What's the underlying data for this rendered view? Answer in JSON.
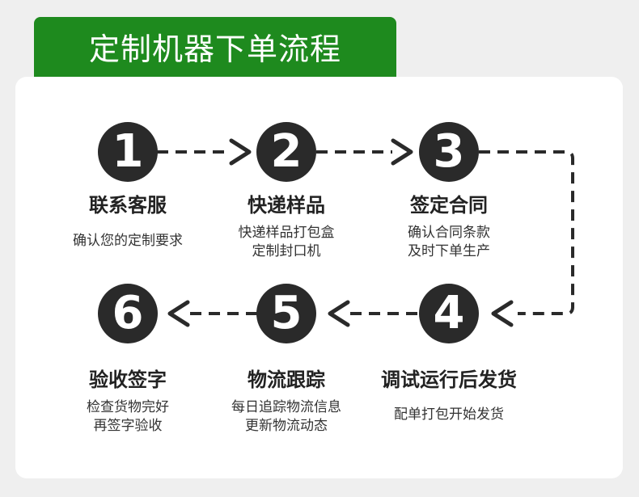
{
  "title": "定制机器下单流程",
  "colors": {
    "brand_green": "#1e8a1e",
    "circle": "#2a2a2a",
    "text": "#222222"
  },
  "steps": [
    {
      "num": "1",
      "title": "联系客服",
      "desc": [
        "确认您的定制要求"
      ]
    },
    {
      "num": "2",
      "title": "快递样品",
      "desc": [
        "快递样品打包盒",
        "定制封口机"
      ]
    },
    {
      "num": "3",
      "title": "签定合同",
      "desc": [
        "确认合同条款",
        "及时下单生产"
      ]
    },
    {
      "num": "4",
      "title": "调试运行后发货",
      "desc": [
        "配单打包开始发货"
      ]
    },
    {
      "num": "5",
      "title": "物流跟踪",
      "desc": [
        "每日追踪物流信息",
        "更新物流动态"
      ]
    },
    {
      "num": "6",
      "title": "验收签字",
      "desc": [
        "检查货物完好",
        "再签字验收"
      ]
    }
  ]
}
